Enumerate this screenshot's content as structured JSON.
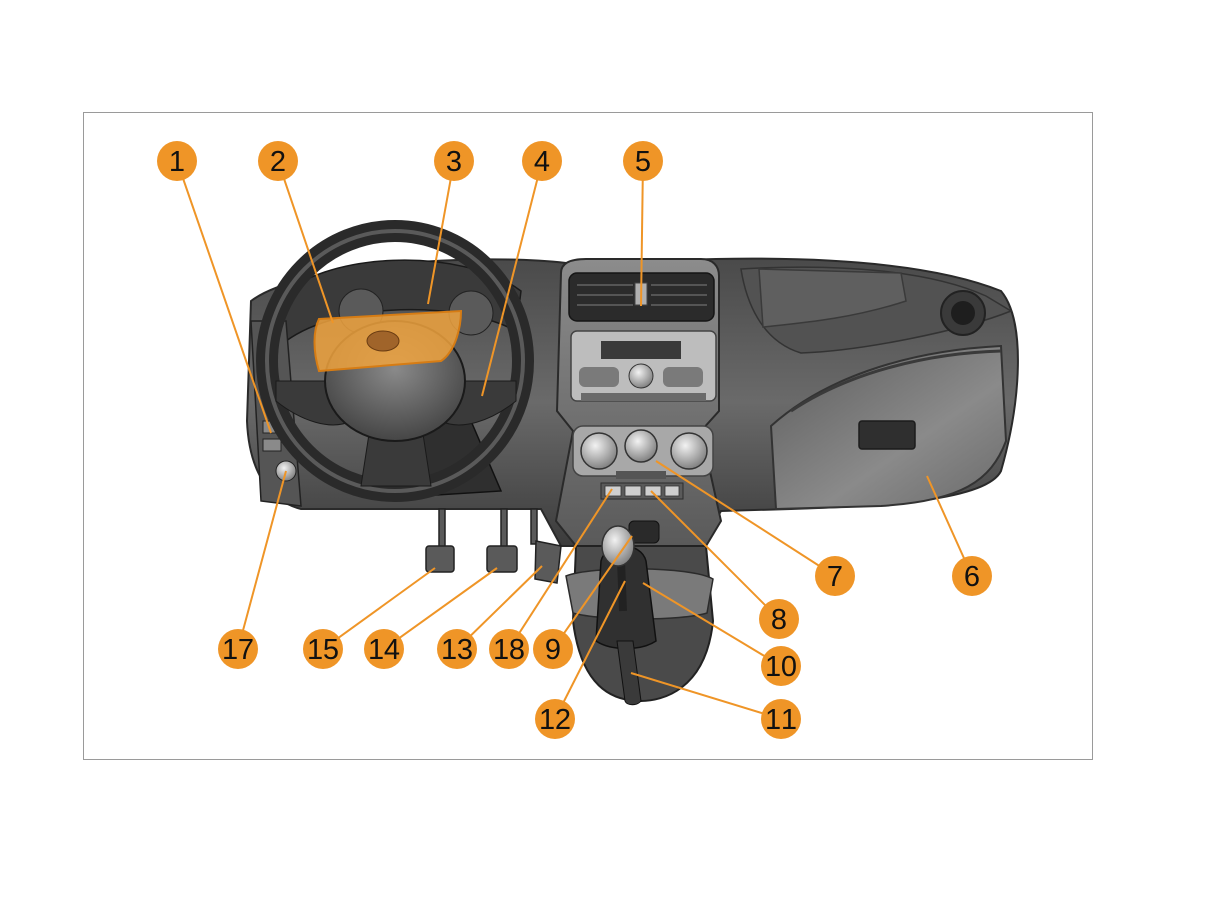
{
  "colors": {
    "callout": "#ef9527",
    "leader": "#ef9527",
    "highlight": "#f0a33e",
    "dash_dark": "#3a3a3a",
    "dash_mid": "#6f6f6f",
    "dash_light": "#a9a9a9"
  },
  "callouts": [
    {
      "id": "1",
      "label": "1"
    },
    {
      "id": "2",
      "label": "2"
    },
    {
      "id": "3",
      "label": "3"
    },
    {
      "id": "4",
      "label": "4"
    },
    {
      "id": "5",
      "label": "5"
    },
    {
      "id": "6",
      "label": "6"
    },
    {
      "id": "7",
      "label": "7"
    },
    {
      "id": "8",
      "label": "8"
    },
    {
      "id": "9",
      "label": "9"
    },
    {
      "id": "10",
      "label": "10"
    },
    {
      "id": "11",
      "label": "11"
    },
    {
      "id": "12",
      "label": "12"
    },
    {
      "id": "13",
      "label": "13"
    },
    {
      "id": "14",
      "label": "14"
    },
    {
      "id": "15",
      "label": "15"
    },
    {
      "id": "17",
      "label": "17"
    },
    {
      "id": "18",
      "label": "18"
    }
  ]
}
